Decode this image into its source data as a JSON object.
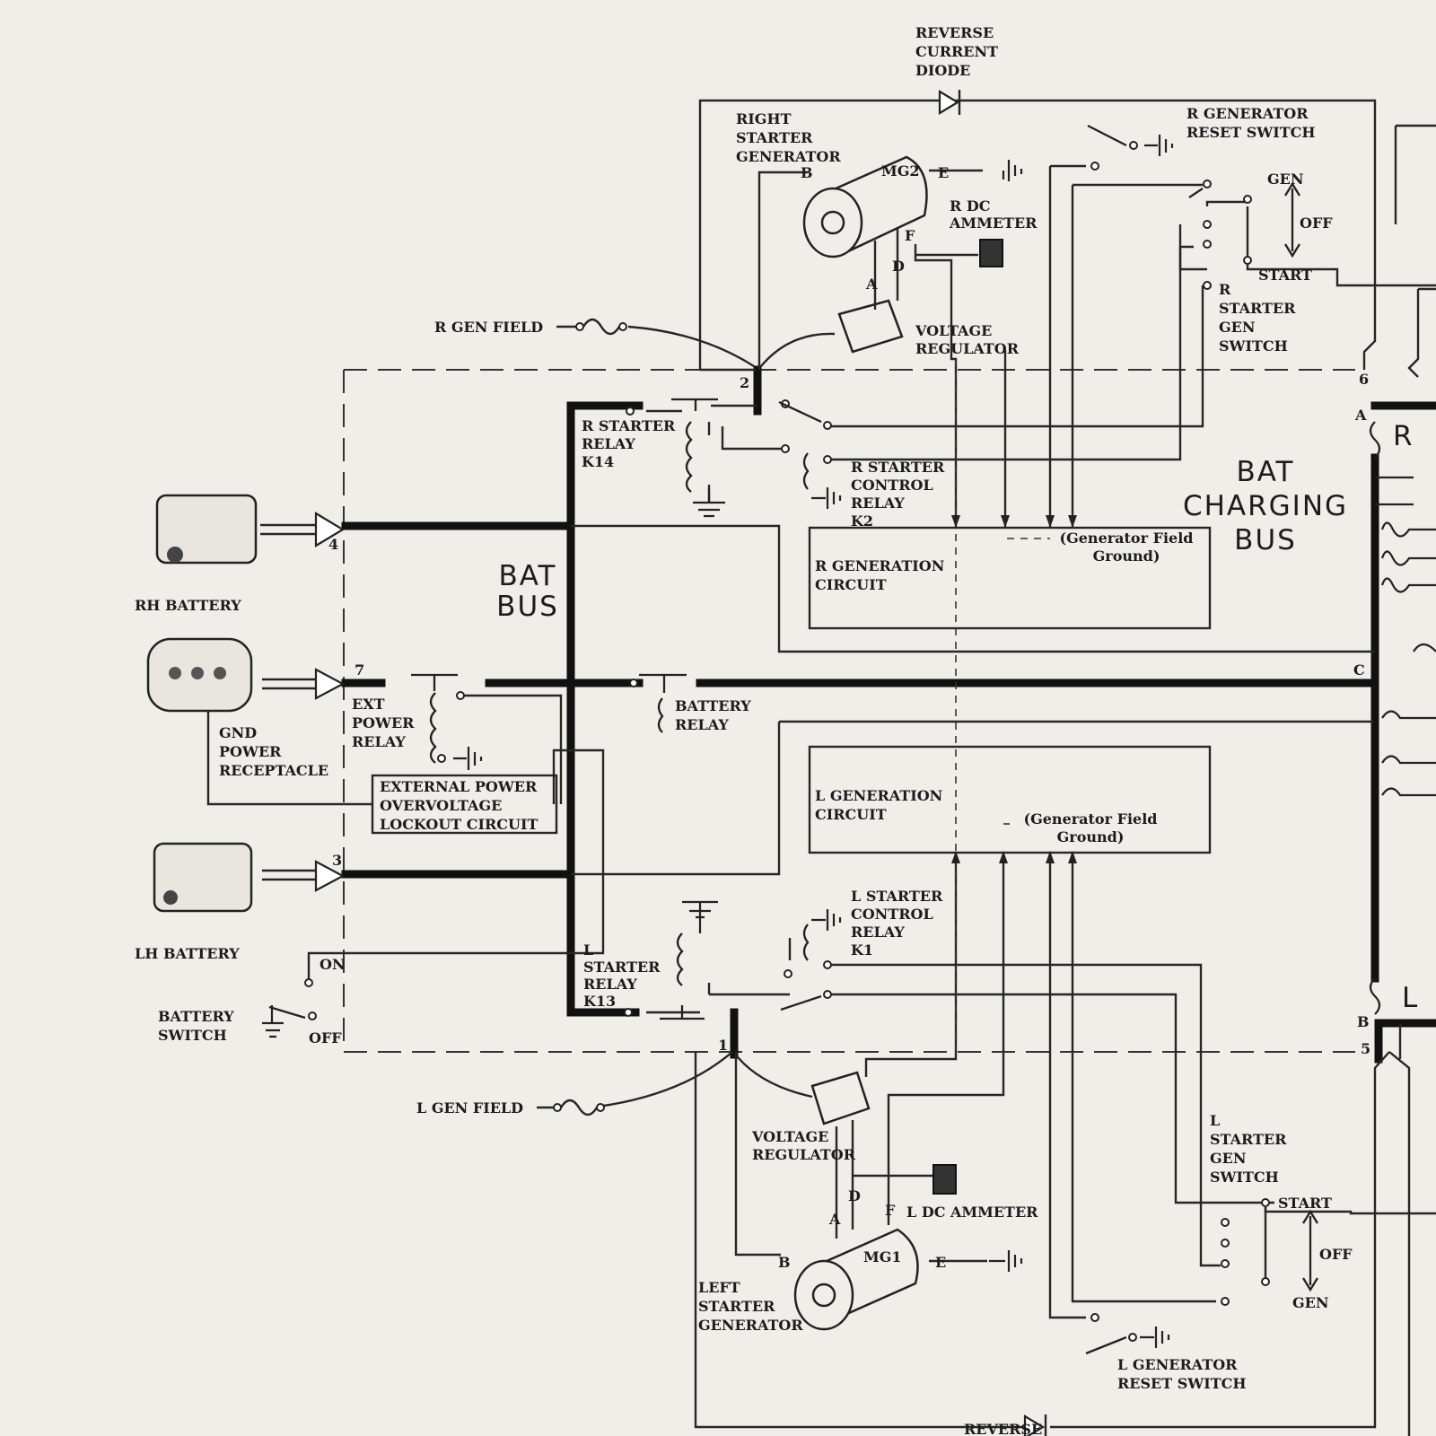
{
  "labels": {
    "reverse_current_diode_top": "REVERSE\nCURRENT\nDIODE",
    "right_starter_generator": "RIGHT\nSTARTER\nGENERATOR",
    "mg2": "MG2",
    "r_generator_reset_switch": "R GENERATOR\nRESET SWITCH",
    "r_dc_ammeter": "R DC\nAMMETER",
    "gen_top": "GEN",
    "off_top": "OFF",
    "start_top": "START",
    "r_starter_gen_switch": "R\nSTARTER\nGEN\nSWITCH",
    "r_gen_field": "R GEN FIELD",
    "voltage_regulator_top": "VOLTAGE\nREGULATOR",
    "r_starter_relay": "R STARTER\nRELAY\nK14",
    "r_starter_control_relay": "R STARTER\nCONTROL\nRELAY\nK2",
    "bat_charging_bus": "BAT\nCHARGING\nBUS",
    "r_generation_circuit": "R GENERATION\nCIRCUIT",
    "generator_field_ground_top": "(Generator Field\nGround)",
    "bat_bus": "BAT\nBUS",
    "rh_battery": "RH BATTERY",
    "gnd_power_receptacle": "GND\nPOWER\nRECEPTACLE",
    "ext_power_relay": "EXT\nPOWER\nRELAY",
    "battery_relay": "BATTERY\nRELAY",
    "external_power_overvoltage_lockout": "EXTERNAL POWER\nOVERVOLTAGE\nLOCKOUT CIRCUIT",
    "l_generation_circuit": "L GENERATION\nCIRCUIT",
    "generator_field_ground_bottom": "(Generator Field\nGround)",
    "lh_battery": "LH BATTERY",
    "l_starter_control_relay": "L STARTER\nCONTROL\nRELAY\nK1",
    "l_starter_relay": "L\nSTARTER\nRELAY\nK13",
    "battery_switch": "BATTERY\nSWITCH",
    "on": "ON",
    "off_battery": "OFF",
    "l_gen_field": "L GEN FIELD",
    "voltage_regulator_bottom": "VOLTAGE\nREGULATOR",
    "l_dc_ammeter": "L DC AMMETER",
    "mg1": "MG1",
    "left_starter_generator": "LEFT\nSTARTER\nGENERATOR",
    "l_starter_gen_switch": "L\nSTARTER\nGEN\nSWITCH",
    "start_bottom": "START",
    "off_bottom": "OFF",
    "gen_bottom": "GEN",
    "l_generator_reset_switch": "L GENERATOR\nRESET SWITCH",
    "reverse_bottom": "REVERSE",
    "bus_r": "R",
    "bus_l": "L"
  },
  "terminals": {
    "t_b_top": "B",
    "t_e_top": "E",
    "t_f_top": "F",
    "t_a_top": "A",
    "t_d_top": "D",
    "t_b_bot": "B",
    "t_e_bot": "E",
    "t_f_bot": "F",
    "t_a_bot": "A",
    "t_d_bot": "D",
    "n1": "1",
    "n2": "2",
    "n3": "3",
    "n4": "4",
    "n5": "5",
    "n6": "6",
    "n7": "7",
    "na": "A",
    "nb": "B",
    "nc": "C",
    "nr_top": "R"
  }
}
